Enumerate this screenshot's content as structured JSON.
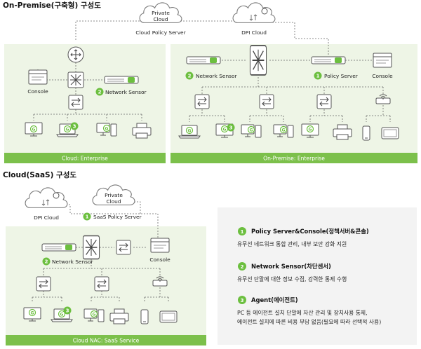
{
  "titles": {
    "onpremise": "On-Premise(구축형) 구성도",
    "saas": "Cloud(SaaS) 구성도"
  },
  "clouds": {
    "private": "Private\nCloud",
    "cloud_policy_server": "Cloud Policy Server",
    "dpi_cloud": "DPI Cloud",
    "saas_private": "Private\nCloud",
    "saas_dpi_cloud": "DPI Cloud",
    "saas_policy_server": "SaaS Policy Server"
  },
  "nodes": {
    "console": "Console",
    "network_sensor": "Network Sensor",
    "policy_server": "Policy Server"
  },
  "badges": [
    "1",
    "2",
    "3"
  ],
  "footers": {
    "enterprise": "Cloud: Enterprise",
    "onpremise": "On-Premise: Enterprise",
    "saas": "Cloud NAC: SaaS Service"
  },
  "legend": [
    {
      "num": "1",
      "title": "Policy Server&Console(정책서버&콘솔)",
      "desc": [
        "유무선 네트워크 통합 관리, 내부 보안 강화 지원"
      ]
    },
    {
      "num": "2",
      "title": "Network Sensor(차단센서)",
      "desc": [
        "유무선 단말에 대한 정보 수집, 강력한 통제 수행"
      ]
    },
    {
      "num": "3",
      "title": "Agent(에이전트)",
      "desc": [
        "PC 등 에이전트 설치 단말에 자산 관리 및 장치사용 통제,",
        "에이전트 설치에 따른 비용 부담 없음(필요에 따라 선택적 사용)"
      ]
    }
  ],
  "colors": {
    "green": "#6cbf3f",
    "panel": "#eef5e6",
    "footer": "#7cc04b",
    "line": "#666666",
    "legend_bg": "#f3f3f3"
  },
  "agent_logo": "G"
}
